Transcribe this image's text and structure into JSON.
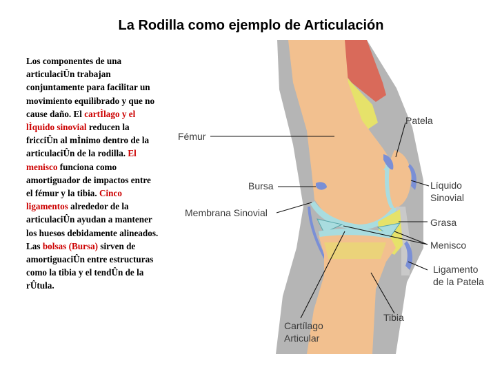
{
  "title": "La Rodilla como ejemplo de Articulación",
  "description": {
    "p1": "Los componentes de una articulaciÛn trabajan conjuntamente para facilitar un movimiento equilibrado y que no cause daño. El ",
    "hl1": "cartÌlago y el lÌquido sinovial",
    "p2": " reducen la fricciÛn al mÌnimo dentro de la articulaciÛn de la rodilla. ",
    "hl2": "El menisco",
    "p3": " funciona como amortiguador de impactos entre el fémur y la tibia. ",
    "hl3": "Cinco ligamentos",
    "p4": " alrededor de la articulaciÛn ayudan a mantener los huesos debidamente alineados. Las ",
    "hl4": "bolsas (Bursa)",
    "p5": " sirven de amortiguaciÛn entre estructuras como la tibia y el tendÛn de la rÛtula."
  },
  "labels": {
    "femur": "Fémur",
    "patela": "Patela",
    "bursa": "Bursa",
    "liquido_1": "Líquido",
    "liquido_2": "Sinovial",
    "membrana": "Membrana Sinovial",
    "grasa": "Grasa",
    "menisco": "Menisco",
    "ligamento_1": "Ligamento",
    "ligamento_2": "de la Patela",
    "tibia": "Tibia",
    "cartilago_1": "Cartílago",
    "cartilago_2": "Articular"
  },
  "colors": {
    "bone": "#f2c08f",
    "tissue": "#b5b5b5",
    "muscle": "#d96a5a",
    "cartilage": "#a9dcdf",
    "synovial": "#7a8fd6",
    "fat": "#e6e26a",
    "highlight": "#cc0000"
  }
}
